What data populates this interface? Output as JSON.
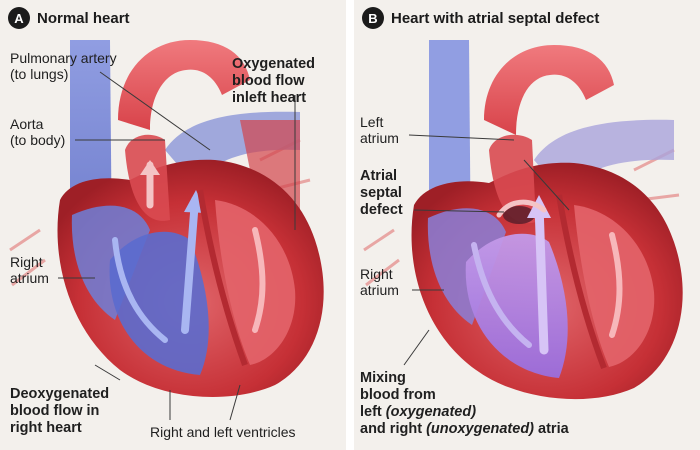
{
  "panel_a": {
    "badge": "A",
    "title": "Normal heart",
    "labels": {
      "pulmonary_artery": [
        "Pulmonary artery",
        "(to lungs)"
      ],
      "aorta": [
        "Aorta",
        "(to body)"
      ],
      "oxygenated_flow": [
        "Oxygenated",
        "blood flow",
        "inleft heart"
      ],
      "right_atrium": [
        "Right",
        "atrium"
      ],
      "deoxygenated_flow": [
        "Deoxygenated",
        "blood flow in",
        "right heart"
      ],
      "ventricles": "Right and left ventricles"
    }
  },
  "panel_b": {
    "badge": "B",
    "title": "Heart with atrial septal defect",
    "labels": {
      "left_atrium": [
        "Left",
        "atrium"
      ],
      "septal_defect": [
        "Atrial",
        "septal",
        "defect"
      ],
      "right_atrium": [
        "Right",
        "atrium"
      ],
      "mixing": {
        "line1": "Mixing",
        "line2": "blood from",
        "line3_prefix": "left ",
        "line3_italic": "(oxygenated)",
        "line4_prefix": "and right ",
        "line4_italic": "(unoxygenated)",
        "line4_suffix": " atria"
      }
    }
  },
  "colors": {
    "background": "#f3f0ec",
    "muscle": "#c8323a",
    "oxygenated": "#e0555c",
    "deoxygenated": "#6b7fd6",
    "mixed": "#a67ee0"
  }
}
